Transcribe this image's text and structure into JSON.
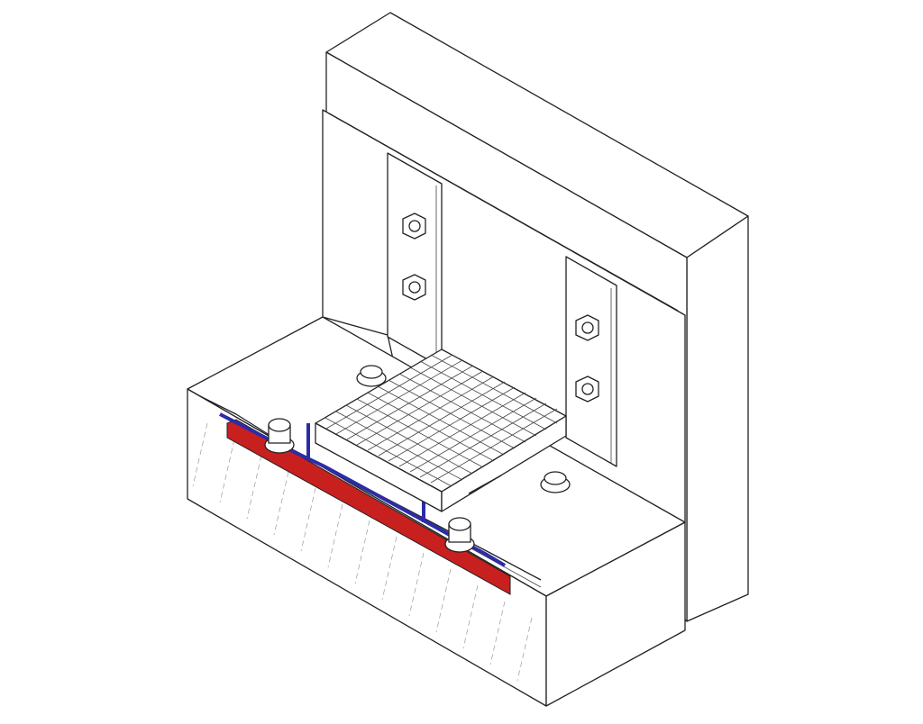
{
  "drawing": {
    "kind": "isometric construction detail",
    "colors": {
      "background": "#ffffff",
      "line": "#222222",
      "insulation_strip": "#c8201e",
      "membrane_flashing": "#2c2ca8",
      "concrete_hatch": "#9a9a9a"
    },
    "components": [
      "upper-wall-block",
      "inner-wall-face",
      "left-mounting-plate",
      "right-mounting-plate",
      "hex-bolt",
      "floor-slab",
      "grating-drain-grate",
      "red-insulation-strip",
      "blue-membrane-flashing",
      "concrete-section"
    ],
    "counts": {
      "wall_bolts": 4,
      "floor_bolts": 4,
      "grate_bars_per_side": 12
    }
  }
}
